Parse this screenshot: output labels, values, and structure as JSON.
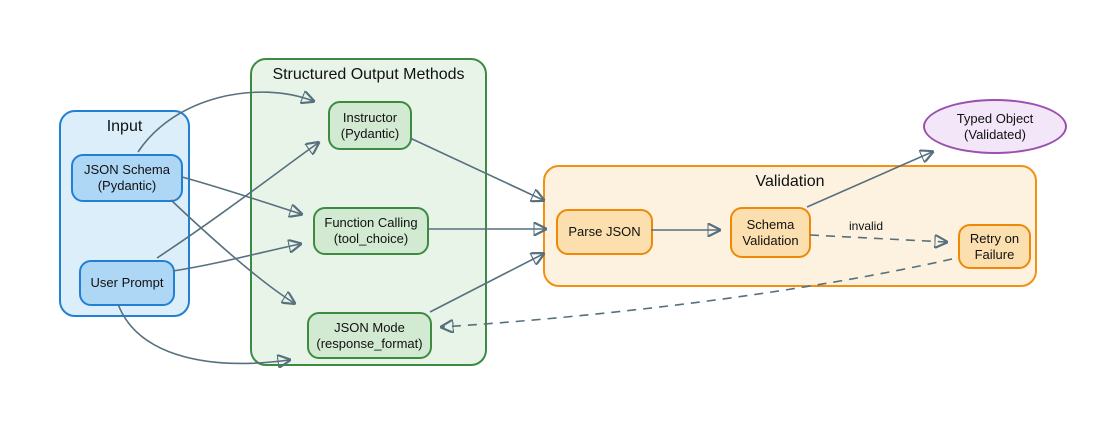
{
  "clusters": {
    "input": {
      "title": "Input"
    },
    "methods": {
      "title": "Structured Output Methods"
    },
    "validation": {
      "title": "Validation"
    }
  },
  "nodes": {
    "json_schema": {
      "label": "JSON Schema\n(Pydantic)"
    },
    "user_prompt": {
      "label": "User Prompt"
    },
    "instructor": {
      "label": "Instructor\n(Pydantic)"
    },
    "function_calling": {
      "label": "Function Calling\n(tool_choice)"
    },
    "json_mode": {
      "label": "JSON Mode\n(response_format)"
    },
    "parse_json": {
      "label": "Parse JSON"
    },
    "schema_validation": {
      "label": "Schema\nValidation"
    },
    "retry_on_failure": {
      "label": "Retry on\nFailure"
    },
    "typed_object": {
      "label": "Typed Object\n(Validated)"
    }
  },
  "edge_labels": {
    "invalid": "invalid"
  },
  "edges": [
    {
      "from": "json_schema",
      "to": "instructor",
      "style": "solid"
    },
    {
      "from": "json_schema",
      "to": "function_calling",
      "style": "solid"
    },
    {
      "from": "json_schema",
      "to": "json_mode",
      "style": "solid"
    },
    {
      "from": "user_prompt",
      "to": "instructor",
      "style": "solid"
    },
    {
      "from": "user_prompt",
      "to": "function_calling",
      "style": "solid"
    },
    {
      "from": "user_prompt",
      "to": "json_mode",
      "style": "solid"
    },
    {
      "from": "instructor",
      "to": "parse_json",
      "style": "solid"
    },
    {
      "from": "function_calling",
      "to": "parse_json",
      "style": "solid"
    },
    {
      "from": "json_mode",
      "to": "parse_json",
      "style": "solid"
    },
    {
      "from": "parse_json",
      "to": "schema_validation",
      "style": "solid"
    },
    {
      "from": "schema_validation",
      "to": "typed_object",
      "style": "solid"
    },
    {
      "from": "schema_validation",
      "to": "retry_on_failure",
      "style": "dashed",
      "label": "invalid"
    },
    {
      "from": "retry_on_failure",
      "to": "json_mode",
      "style": "dashed"
    }
  ],
  "colors": {
    "edge": "#56707e",
    "input_fill": "#ddeefb",
    "input_stroke": "#2080d4",
    "input_node_fill": "#aed6f5",
    "methods_fill": "#e9f4e9",
    "methods_stroke": "#3d8b41",
    "methods_node_fill": "#d2e9d2",
    "validation_fill": "#fdf2e0",
    "validation_stroke": "#f29111",
    "validation_node_fill": "#fcdfae",
    "result_fill": "#f3e6f8",
    "result_stroke": "#9b4fae",
    "text": "#111111"
  }
}
